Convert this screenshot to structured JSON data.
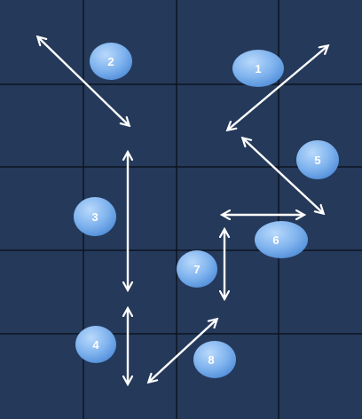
{
  "colors": {
    "grid_fill": "#25395a",
    "grid_lines": "#0d1420",
    "arrow": "#ffffff",
    "badge_light": "#9fc8f6",
    "badge_dark": "#4e8fdb",
    "badge_text": "#ffffff"
  },
  "grid": {
    "rows": 5,
    "cols": 4
  },
  "badges": [
    "1",
    "2",
    "3",
    "4",
    "5",
    "6",
    "7",
    "8"
  ],
  "arrows": [
    {
      "id": "arrow-1",
      "style": "double-headed"
    },
    {
      "id": "arrow-2",
      "style": "double-headed"
    },
    {
      "id": "arrow-3",
      "style": "double-headed"
    },
    {
      "id": "arrow-4",
      "style": "double-headed"
    },
    {
      "id": "arrow-5",
      "style": "double-headed"
    },
    {
      "id": "arrow-6",
      "style": "double-headed"
    },
    {
      "id": "arrow-7",
      "style": "double-headed"
    },
    {
      "id": "arrow-8",
      "style": "double-headed"
    }
  ]
}
